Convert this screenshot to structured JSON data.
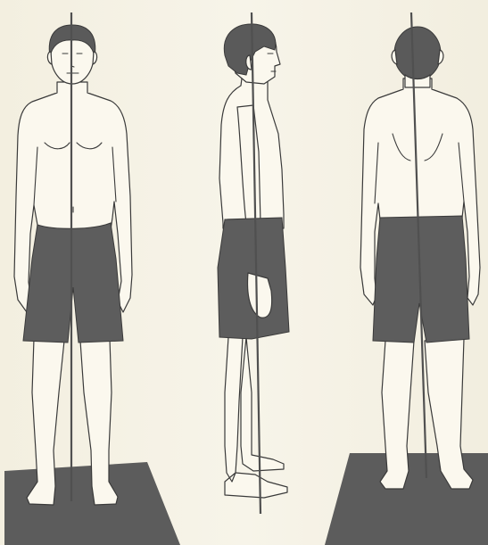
{
  "figure": {
    "views": [
      "front",
      "side",
      "back"
    ],
    "colors": {
      "background": "#f4f0e2",
      "skin": "#fbf8ee",
      "shorts": "#5d5d5d",
      "hair": "#5a5a5a",
      "mat": "#5c5c5c",
      "plumb_line": "#505050",
      "outline": "#3a3a3a"
    }
  }
}
